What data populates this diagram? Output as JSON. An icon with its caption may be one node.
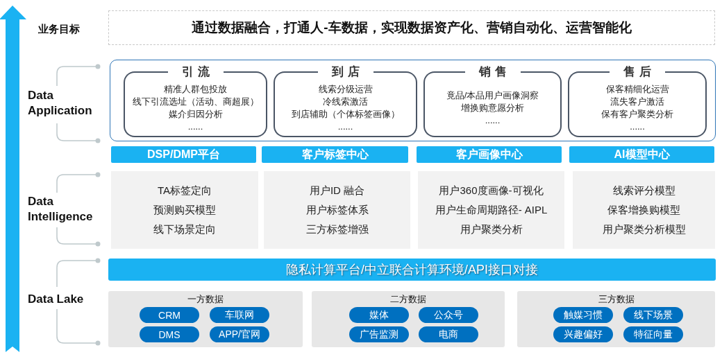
{
  "diagram": {
    "nodes": [
      {
        "text": [
          "通过数据融合，打通人-车数据，实现数据资产化、营销自动化、运营智能化"
        ]
      },
      {
        "text": [],
        "shape": "box"
      },
      {
        "text": [
          "引流",
          "精准人群包投放",
          "线下引流选址（活动、商超展）",
          "媒介归因分析",
          "......"
        ],
        "in": 1
      },
      {
        "text": [
          "到店",
          "线索分级运营",
          "冷线索激活",
          "到店辅助（个体标签画像）",
          "......"
        ],
        "in": 1
      },
      {
        "text": [
          "销售",
          "竟品/本品用户画像洞察",
          "增换购意愿分析",
          "......"
        ],
        "in": 1
      },
      {
        "text": [
          "售后",
          "保客精细化运营",
          "流失客户激活",
          "保有客户聚类分析",
          "......"
        ],
        "in": 1
      },
      {
        "text": [
          "DSP/DMP平台"
        ]
      },
      {
        "text": [
          "客户标签中心"
        ]
      },
      {
        "text": [
          "客户画像中心"
        ]
      },
      {
        "text": [
          "AI模型中心"
        ]
      },
      {
        "text": [
          "TA标签定向",
          "预测购买模型",
          "线下场景定向"
        ]
      },
      {
        "text": [
          "用户ID 融合",
          "用户标签体系",
          "三方标签增强"
        ]
      },
      {
        "text": [
          "用户360度画像-可视化",
          "用户生命周期路径- AIPL",
          "用户聚类分析"
        ]
      },
      {
        "text": [
          "线索评分模型",
          "保客增换购模型",
          "用户聚类分析模型"
        ]
      },
      {
        "text": [
          "隐私计算平台/中立联合计算环境/API接口对接"
        ]
      },
      {
        "text": [
          "一方数据"
        ]
      },
      {
        "text": [
          "CRM"
        ],
        "in": 15
      },
      {
        "text": [
          "车联网"
        ],
        "in": 15
      },
      {
        "text": [
          "DMS"
        ],
        "in": 15
      },
      {
        "text": [
          "APP/官网"
        ],
        "in": 15
      },
      {
        "text": [
          "二方数据"
        ]
      },
      {
        "text": [
          "媒体"
        ],
        "in": 20
      },
      {
        "text": [
          "公众号"
        ],
        "in": 20
      },
      {
        "text": [
          "广告监测"
        ],
        "in": 20
      },
      {
        "text": [
          "电商"
        ],
        "in": 20
      },
      {
        "text": [
          "三方数据"
        ]
      },
      {
        "text": [
          "触媒习惯"
        ],
        "in": 25
      },
      {
        "text": [
          "线下场景"
        ],
        "in": 25
      },
      {
        "text": [
          "兴趣偏好"
        ],
        "in": 25
      },
      {
        "text": [
          "特征向量"
        ],
        "in": 25
      }
    ],
    "labels": [
      "业务目标",
      "Data Application",
      "Data Intelligence",
      "Data Lake"
    ]
  }
}
